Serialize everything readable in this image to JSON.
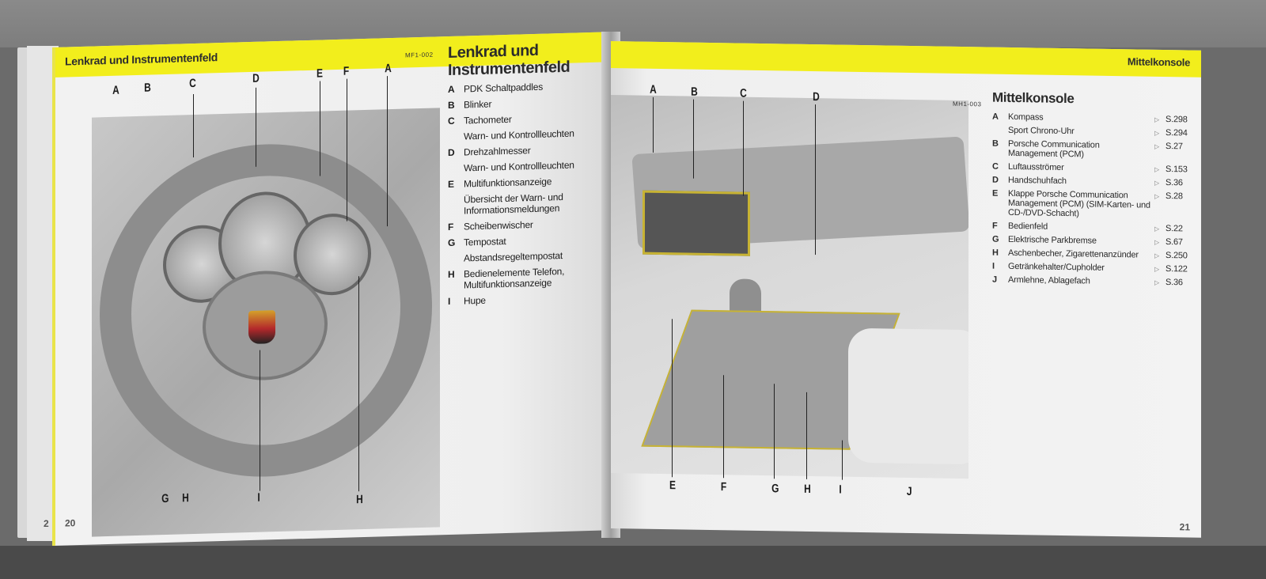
{
  "left_page": {
    "header": "Lenkrad und Instrumentenfeld",
    "title_line1": "Lenkrad und",
    "title_line2": "Instrumentenfeld",
    "figure_code": "MF1-002",
    "callouts_top": [
      "A",
      "B",
      "C",
      "D",
      "E",
      "F",
      "A"
    ],
    "callouts_bottom": [
      "G",
      "H",
      "I",
      "H"
    ],
    "items": [
      {
        "letter": "A",
        "text": "PDK Schaltpaddles"
      },
      {
        "letter": "B",
        "text": "Blinker"
      },
      {
        "letter": "C",
        "text": "Tachometer"
      },
      {
        "letter": "",
        "text": "Warn- und Kontrollleuchten"
      },
      {
        "letter": "D",
        "text": "Drehzahlmesser"
      },
      {
        "letter": "",
        "text": "Warn- und Kontrollleuchten"
      },
      {
        "letter": "E",
        "text": "Multifunktionsanzeige"
      },
      {
        "letter": "",
        "text": "Übersicht der Warn- und Informationsmeldungen"
      },
      {
        "letter": "F",
        "text": "Scheibenwischer"
      },
      {
        "letter": "G",
        "text": "Tempostat"
      },
      {
        "letter": "",
        "text": "Abstandsregeltempostat"
      },
      {
        "letter": "H",
        "text": "Bedienelemente Telefon, Multifunktionsanzeige"
      },
      {
        "letter": "I",
        "text": "Hupe"
      }
    ],
    "arrow_glyph": "▷",
    "page_number": "20",
    "underlying_page_number": "2"
  },
  "right_page": {
    "header": "Mittelkonsole",
    "title": "Mittelkonsole",
    "figure_code": "MH1-003",
    "callouts_top": [
      "A",
      "B",
      "C",
      "D"
    ],
    "callouts_bottom": [
      "E",
      "F",
      "G",
      "H",
      "I",
      "J"
    ],
    "items": [
      {
        "letter": "A",
        "text": "Kompass",
        "page": "S.298"
      },
      {
        "letter": "",
        "text": "Sport Chrono-Uhr",
        "page": "S.294"
      },
      {
        "letter": "B",
        "text": "Porsche Communication Management (PCM)",
        "page": "S.27"
      },
      {
        "letter": "C",
        "text": "Luftausströmer",
        "page": "S.153"
      },
      {
        "letter": "D",
        "text": "Handschuhfach",
        "page": "S.36"
      },
      {
        "letter": "E",
        "text": "Klappe Porsche Communication Management (PCM) (SIM-Karten- und CD-/DVD-Schacht)",
        "page": "S.28"
      },
      {
        "letter": "F",
        "text": "Bedienfeld",
        "page": "S.22"
      },
      {
        "letter": "G",
        "text": "Elektrische Parkbremse",
        "page": "S.67"
      },
      {
        "letter": "H",
        "text": "Aschenbecher, Zigarettenanzünder",
        "page": "S.250"
      },
      {
        "letter": "I",
        "text": "Getränkehalter/Cupholder",
        "page": "S.122"
      },
      {
        "letter": "J",
        "text": "Armlehne, Ablagefach",
        "page": "S.36"
      }
    ],
    "arrow_glyph": "▷",
    "page_number": "21"
  },
  "colors": {
    "accent_yellow": "#f2ee1c",
    "text_dark": "#2b2b2b"
  }
}
